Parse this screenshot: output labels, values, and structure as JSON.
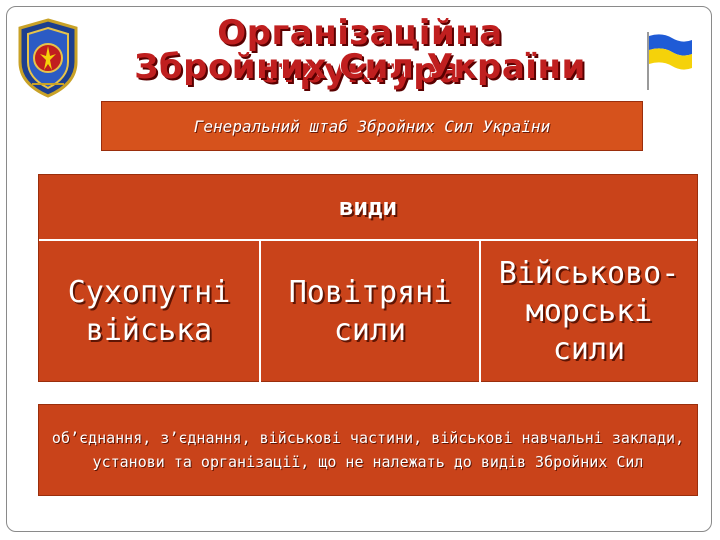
{
  "title": {
    "line1": "Організаційна структура",
    "line2": "Збройних Сил України"
  },
  "icons": {
    "emblem": "armed-forces-emblem",
    "flag": "ukraine-flag"
  },
  "colors": {
    "title": "#c01f1f",
    "box": "#c9431a",
    "flag_blue": "#1f5bd6",
    "flag_yellow": "#f5d20a"
  },
  "general_staff": "Генеральний штаб Збройних Сил України",
  "types": {
    "header": "види",
    "items": [
      {
        "label": "Сухопутні\nвійська"
      },
      {
        "label": "Повітряні\nсили"
      },
      {
        "label": "Військово-\nморські сили"
      }
    ]
  },
  "other_units": "об’єднання, з’єднання, військові частини, військові навчальні заклади, установи та організації, що не належать до видів Збройних Сил"
}
